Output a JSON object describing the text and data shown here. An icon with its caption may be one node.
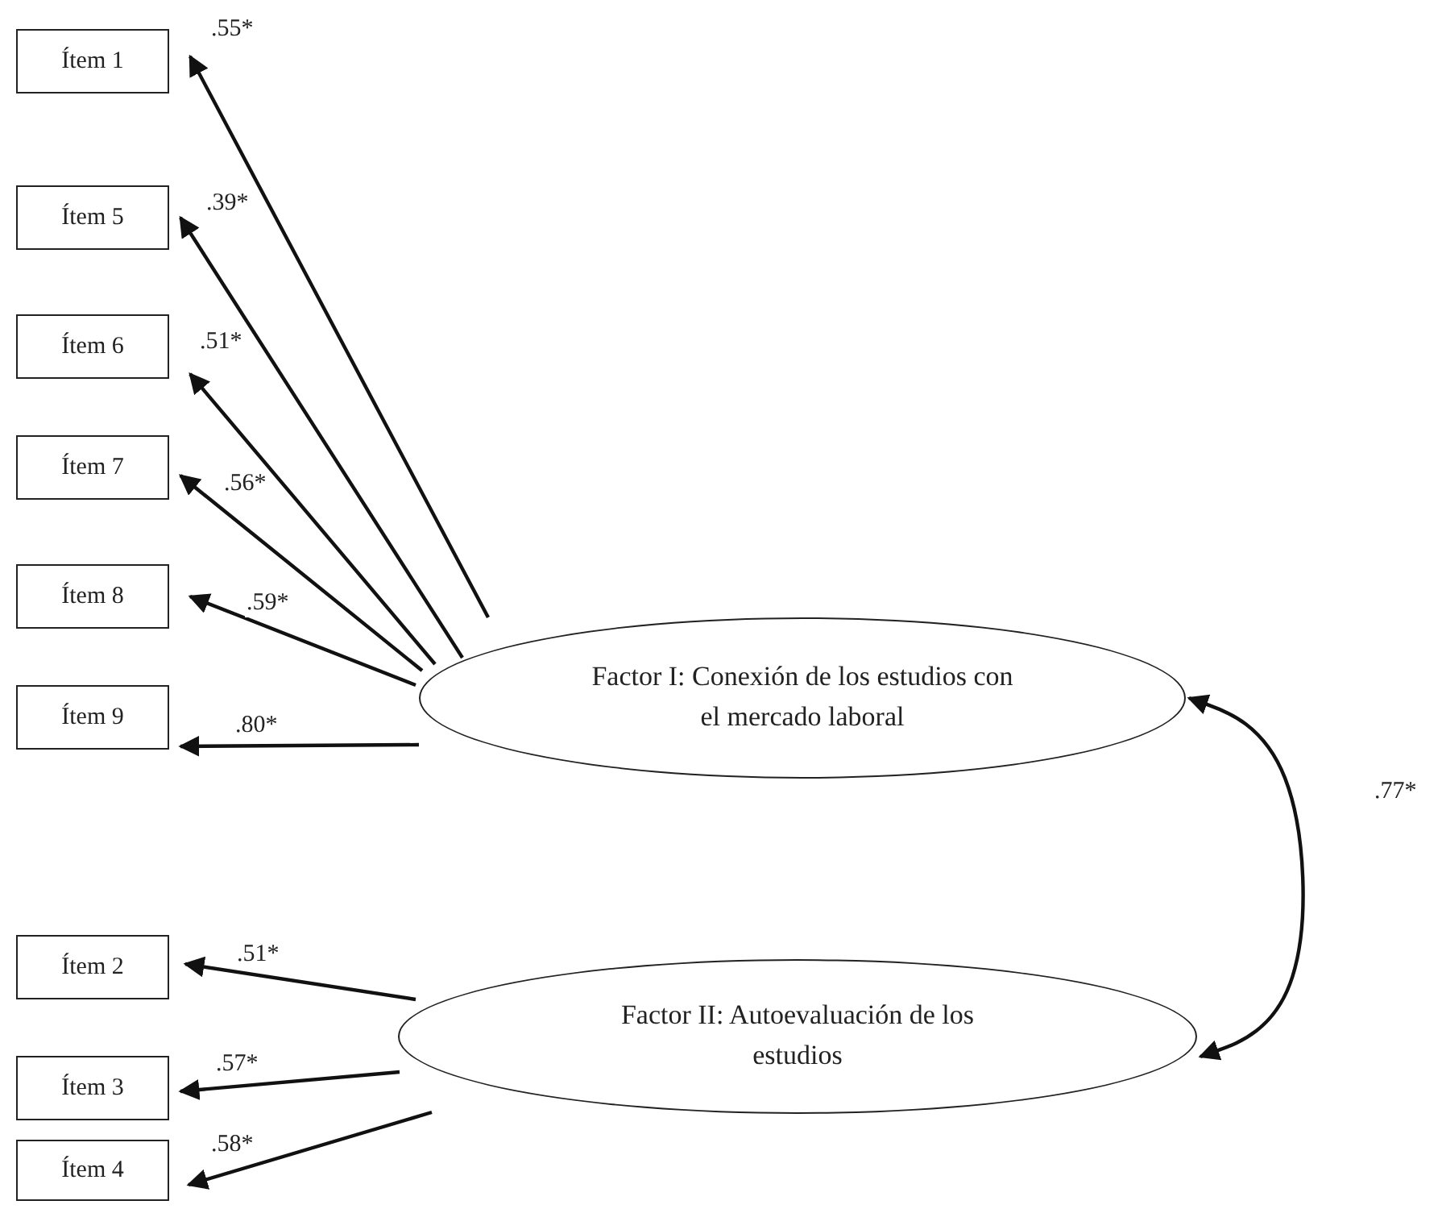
{
  "diagram": {
    "nodes": [
      {
        "text": [
          "Ítem 1"
        ]
      },
      {
        "text": [
          "Ítem 5"
        ]
      },
      {
        "text": [
          "Ítem 6"
        ]
      },
      {
        "text": [
          "Ítem 7"
        ]
      },
      {
        "text": [
          "Ítem 8"
        ]
      },
      {
        "text": [
          "Ítem 9"
        ]
      },
      {
        "text": [
          "Factor I: Conexión de los estudios con el mercado laboral"
        ]
      },
      {
        "text": [
          "Ítem 2"
        ]
      },
      {
        "text": [
          "Ítem 3"
        ]
      },
      {
        "text": [
          "Ítem 4"
        ]
      },
      {
        "text": [
          "Factor II: Autoevaluación de los estudios"
        ]
      }
    ],
    "edges": [
      {
        "from": 6,
        "to": 0,
        "arrow": "to",
        "label": ".55*"
      },
      {
        "from": 6,
        "to": 1,
        "arrow": "to",
        "label": ".39*"
      },
      {
        "from": 6,
        "to": 2,
        "arrow": "to",
        "label": ".51*"
      },
      {
        "from": 6,
        "to": 3,
        "arrow": "to",
        "label": ".56*"
      },
      {
        "from": 6,
        "to": 4,
        "arrow": "to",
        "label": ".59*"
      },
      {
        "from": 6,
        "to": 5,
        "arrow": "to",
        "label": ".80*"
      },
      {
        "from": 10,
        "to": 7,
        "arrow": "to",
        "label": ".51*"
      },
      {
        "from": 10,
        "to": 8,
        "arrow": "to",
        "label": ".57*"
      },
      {
        "from": 10,
        "to": 9,
        "arrow": "to",
        "label": ".58*"
      },
      {
        "from": 6,
        "to": 10,
        "arrow": "both",
        "label": ".77*"
      }
    ]
  }
}
